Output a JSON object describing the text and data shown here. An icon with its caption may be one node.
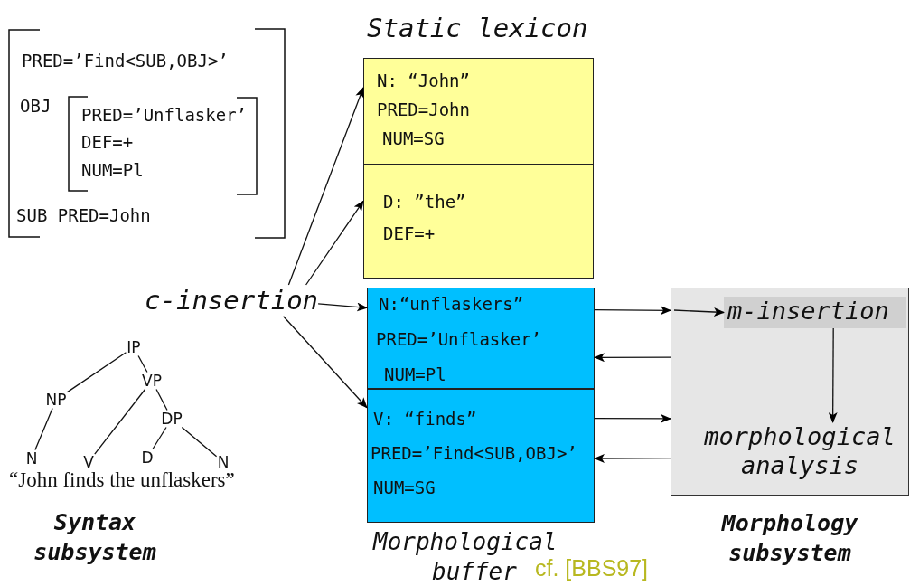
{
  "diagram": {
    "nodes": [
      {
        "text": [
          "c-insertion"
        ]
      },
      {
        "text": [
          "N: “John”",
          "PRED=John",
          "NUM=SG"
        ]
      },
      {
        "text": [
          "D: ”the”",
          "DEF=+"
        ]
      },
      {
        "text": [
          "N:“unflaskers”",
          "PRED=’Unflasker’",
          "NUM=Pl"
        ]
      },
      {
        "text": [
          "V: “finds”",
          "PRED=’Find<SUB,OBJ>’",
          "NUM=SG"
        ]
      },
      {
        "text": [
          "Morphology subsystem"
        ]
      },
      {
        "text": [
          "m-insertion"
        ],
        "in": 5
      },
      {
        "text": [
          "morphological analysis"
        ],
        "in": 5
      },
      {
        "text": [
          "IP"
        ]
      },
      {
        "text": [
          "NP"
        ]
      },
      {
        "text": [
          "VP"
        ]
      },
      {
        "text": [
          "DP"
        ]
      },
      {
        "text": [
          "N"
        ]
      },
      {
        "text": [
          "V"
        ]
      },
      {
        "text": [
          "D"
        ]
      },
      {
        "text": [
          "N"
        ]
      }
    ],
    "edges": [
      {
        "from": 0,
        "to": 1,
        "arrow": "to"
      },
      {
        "from": 0,
        "to": 2,
        "arrow": "to"
      },
      {
        "from": 0,
        "to": 3,
        "arrow": "to"
      },
      {
        "from": 0,
        "to": 4,
        "arrow": "to"
      },
      {
        "from": 3,
        "to": 5,
        "arrow": "to"
      },
      {
        "from": 5,
        "to": 3,
        "arrow": "to"
      },
      {
        "from": 4,
        "to": 5,
        "arrow": "to"
      },
      {
        "from": 5,
        "to": 4,
        "arrow": "to"
      },
      {
        "from": null,
        "to": 6,
        "arrow": "to"
      },
      {
        "from": 6,
        "to": 7,
        "arrow": "to"
      },
      {
        "from": 8,
        "to": 9,
        "arrow": "none"
      },
      {
        "from": 8,
        "to": 10,
        "arrow": "none"
      },
      {
        "from": 9,
        "to": 12,
        "arrow": "none"
      },
      {
        "from": 10,
        "to": 13,
        "arrow": "none"
      },
      {
        "from": 10,
        "to": 11,
        "arrow": "none"
      },
      {
        "from": 11,
        "to": 14,
        "arrow": "none"
      },
      {
        "from": 11,
        "to": 15,
        "arrow": "none"
      }
    ],
    "labels": [
      "Static lexicon",
      "PRED=’Find<SUB,OBJ>’",
      "OBJ",
      "PRED=’Unflasker’",
      "DEF=+",
      "NUM=Pl",
      "SUB PRED=John",
      "“John finds the unflaskers”",
      "Syntax subsystem",
      "Morphological buffer",
      "cf. [BBS97]"
    ]
  }
}
